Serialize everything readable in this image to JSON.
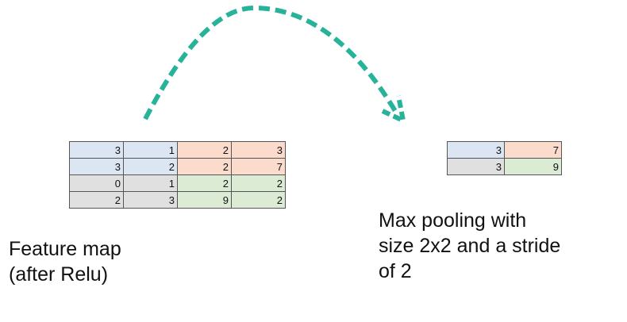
{
  "colors": {
    "blue": "#dce6f2",
    "orange": "#fadbcc",
    "gray": "#e0e0e0",
    "green": "#dcecd4",
    "arrow": "#26b39a"
  },
  "feature_map": {
    "rows": [
      [
        {
          "v": "3",
          "c": "blue"
        },
        {
          "v": "1",
          "c": "blue"
        },
        {
          "v": "2",
          "c": "orange"
        },
        {
          "v": "3",
          "c": "orange"
        }
      ],
      [
        {
          "v": "3",
          "c": "blue"
        },
        {
          "v": "2",
          "c": "blue"
        },
        {
          "v": "2",
          "c": "orange"
        },
        {
          "v": "7",
          "c": "orange"
        }
      ],
      [
        {
          "v": "0",
          "c": "gray"
        },
        {
          "v": "1",
          "c": "gray"
        },
        {
          "v": "2",
          "c": "green"
        },
        {
          "v": "2",
          "c": "green"
        }
      ],
      [
        {
          "v": "2",
          "c": "gray"
        },
        {
          "v": "3",
          "c": "gray"
        },
        {
          "v": "9",
          "c": "green"
        },
        {
          "v": "2",
          "c": "green"
        }
      ]
    ],
    "caption": "Feature map\n(after Relu)"
  },
  "pooled_map": {
    "rows": [
      [
        {
          "v": "3",
          "c": "blue"
        },
        {
          "v": "7",
          "c": "orange"
        }
      ],
      [
        {
          "v": "3",
          "c": "gray"
        },
        {
          "v": "9",
          "c": "green"
        }
      ]
    ],
    "caption": "Max pooling with\nsize 2x2 and a stride\nof 2"
  },
  "arrow_icon": "dashed-curved-arrow-icon"
}
